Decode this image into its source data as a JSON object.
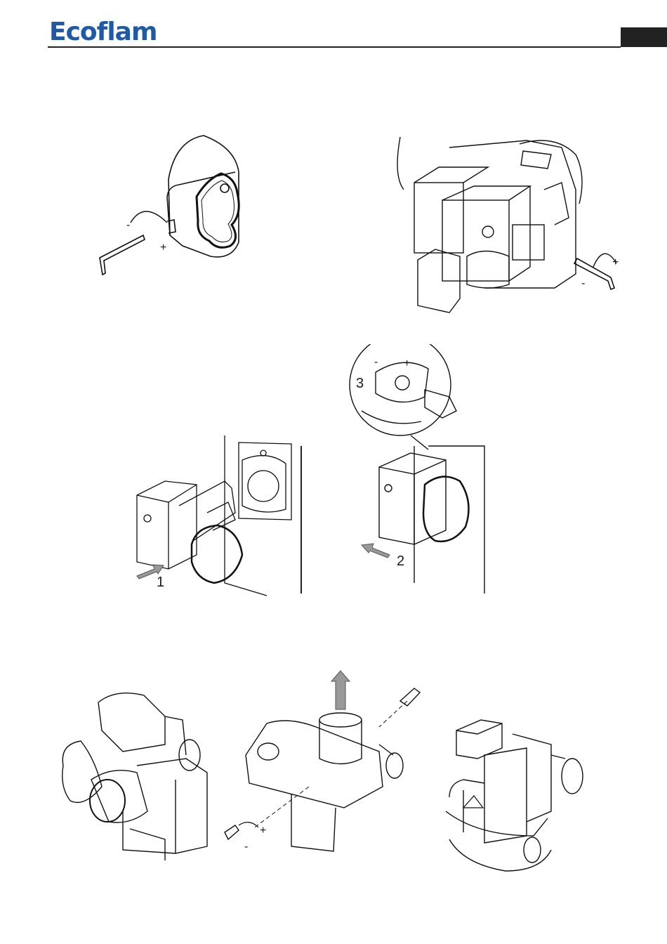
{
  "header": {
    "logo_text": "Ecoflam",
    "brand_color": "#1e5aa8"
  },
  "figures": {
    "fig1": {
      "icons": [
        "hex-key-icon",
        "rotation-arrow-icon"
      ],
      "plus": "+",
      "minus": "-"
    },
    "fig2": {
      "icons": [
        "hex-key-icon",
        "rotation-arrow-icon"
      ],
      "plus": "+",
      "minus": "-"
    },
    "fig3": {
      "step": "1"
    },
    "fig4": {
      "step": "2",
      "detail_step": "3",
      "plus": "+",
      "minus": "-"
    },
    "fig7": {
      "plus": "+",
      "minus": "-"
    }
  }
}
